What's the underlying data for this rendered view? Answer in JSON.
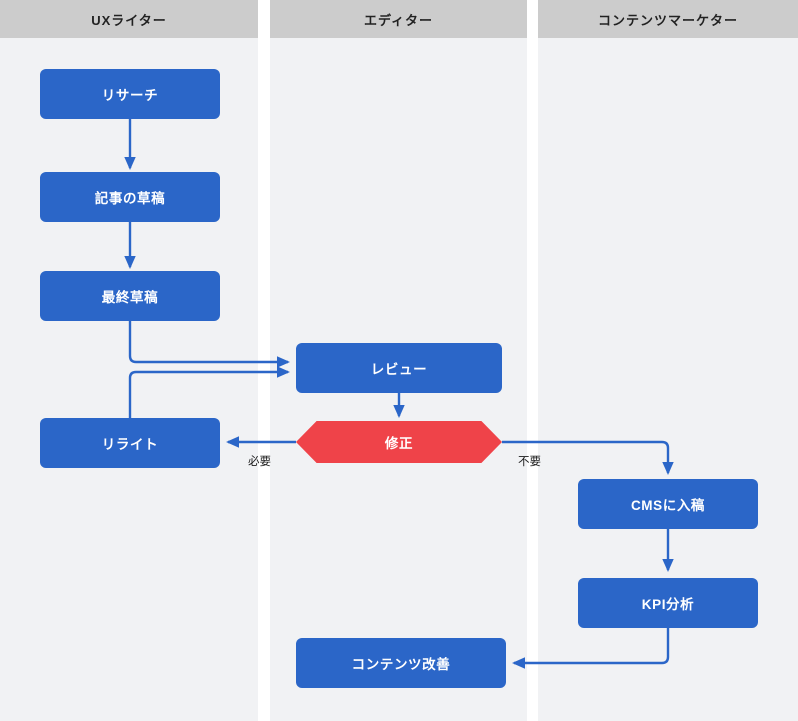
{
  "diagram": {
    "title": "UX writing content workflow swimlane",
    "colors": {
      "node_blue": "#2b66c8",
      "decision_red": "#ef4349",
      "lane_background": "#f1f2f4",
      "lane_header": "#cccccc",
      "connector": "#2b66c8",
      "node_text": "#ffffff",
      "canvas": "#ffffff"
    }
  },
  "lanes": [
    {
      "id": "ux-writer",
      "label": "UXライター"
    },
    {
      "id": "editor",
      "label": "エディター"
    },
    {
      "id": "content-marketer",
      "label": "コンテンツマーケター"
    }
  ],
  "nodes": [
    {
      "id": "research",
      "label": "リサーチ",
      "lane": "ux-writer",
      "shape": "box"
    },
    {
      "id": "article-draft",
      "label": "記事の草稿",
      "lane": "ux-writer",
      "shape": "box"
    },
    {
      "id": "final-draft",
      "label": "最終草稿",
      "lane": "ux-writer",
      "shape": "box"
    },
    {
      "id": "rewrite",
      "label": "リライト",
      "lane": "ux-writer",
      "shape": "box"
    },
    {
      "id": "review",
      "label": "レビュー",
      "lane": "editor",
      "shape": "box"
    },
    {
      "id": "revision",
      "label": "修正",
      "lane": "editor",
      "shape": "hexagon"
    },
    {
      "id": "content-improvement",
      "label": "コンテンツ改善",
      "lane": "editor",
      "shape": "box"
    },
    {
      "id": "cms-upload",
      "label": "CMSに入稿",
      "lane": "content-marketer",
      "shape": "box"
    },
    {
      "id": "kpi-analysis",
      "label": "KPI分析",
      "lane": "content-marketer",
      "shape": "box"
    }
  ],
  "edges": [
    {
      "from": "research",
      "to": "article-draft",
      "label": ""
    },
    {
      "from": "article-draft",
      "to": "final-draft",
      "label": ""
    },
    {
      "from": "final-draft",
      "to": "review",
      "label": ""
    },
    {
      "from": "review",
      "to": "revision",
      "label": ""
    },
    {
      "from": "revision",
      "to": "rewrite",
      "label": "必要"
    },
    {
      "from": "rewrite",
      "to": "review",
      "label": ""
    },
    {
      "from": "revision",
      "to": "cms-upload",
      "label": "不要"
    },
    {
      "from": "cms-upload",
      "to": "kpi-analysis",
      "label": ""
    },
    {
      "from": "kpi-analysis",
      "to": "content-improvement",
      "label": ""
    }
  ],
  "edge_labels": {
    "needed": "必要",
    "not_needed": "不要"
  }
}
